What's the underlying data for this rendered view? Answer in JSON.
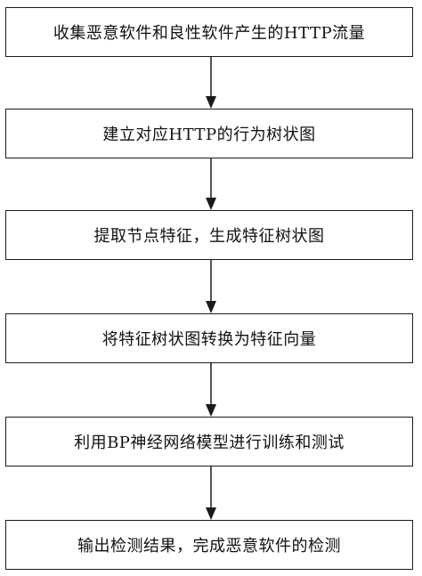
{
  "flowchart": {
    "steps": [
      {
        "label": "收集恶意软件和良性软件产生的HTTP流量"
      },
      {
        "label": "建立对应HTTP的行为树状图"
      },
      {
        "label": "提取节点特征，生成特征树状图"
      },
      {
        "label": "将特征树状图转换为特征向量"
      },
      {
        "label": "利用BP神经网络模型进行训练和测试"
      },
      {
        "label": "输出检测结果，完成恶意软件的检测"
      }
    ],
    "line_color": "#1a1a1a"
  }
}
